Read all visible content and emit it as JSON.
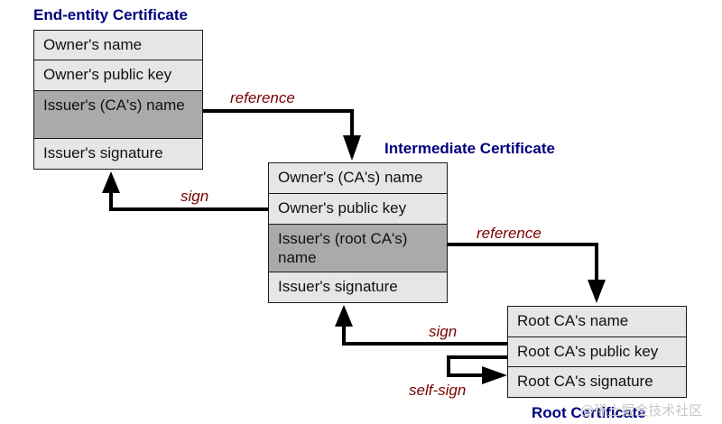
{
  "end_entity": {
    "title": "End-entity Certificate",
    "fields": [
      "Owner's name",
      "Owner's public key",
      "Issuer's (CA's) name",
      "Issuer's signature"
    ]
  },
  "intermediate": {
    "title": "Intermediate Certificate",
    "fields": [
      "Owner's (CA's) name",
      "Owner's public key",
      "Issuer's (root CA's) name",
      "Issuer's signature"
    ]
  },
  "root": {
    "title": "Root Certificate",
    "fields": [
      "Root CA's name",
      "Root CA's public key",
      "Root CA's signature"
    ]
  },
  "labels": {
    "reference_1": "reference",
    "sign_1": "sign",
    "reference_2": "reference",
    "sign_2": "sign",
    "self_sign": "self-sign"
  },
  "watermark": "@稀土掘金技术社区",
  "colors": {
    "title": "#00007f",
    "label": "#7a0000",
    "field_light": "#e6e6e6",
    "field_dark": "#aaaaaa",
    "line": "#000000"
  }
}
